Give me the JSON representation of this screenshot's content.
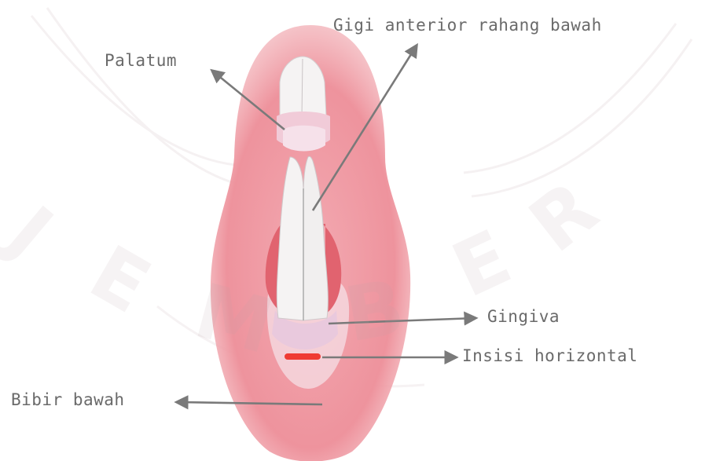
{
  "labels": {
    "gigi_anterior": "Gigi anterior rahang bawah",
    "palatum": "Palatum",
    "gingiva": "Gingiva",
    "insisi": "Insisi horizontal",
    "bibir": "Bibir bawah"
  },
  "watermark": [
    "J",
    "E",
    "M",
    "B",
    "E",
    "R"
  ],
  "colors": {
    "lip": "#ec8d97",
    "gingiva_dark": "#e1636f",
    "mucosa": "#e9c9dd",
    "tooth": "#f5f3f3",
    "incision": "#ef3b33",
    "arrow": "#7a7a7a"
  }
}
